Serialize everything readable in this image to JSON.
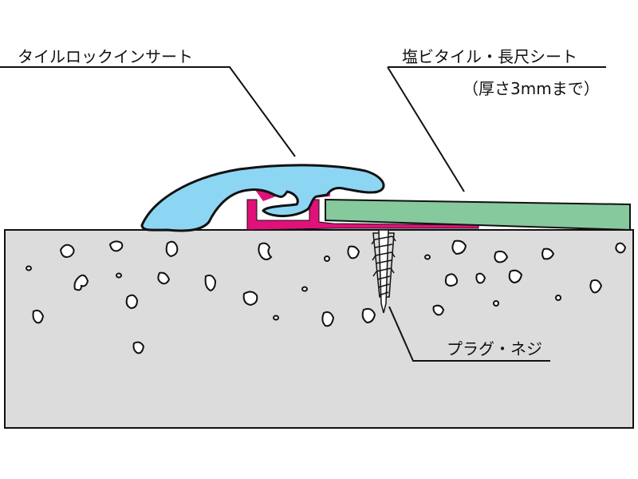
{
  "labels": {
    "insert": "タイルロックインサート",
    "tile": "塩ビタイル・長尺シート",
    "thickness": "（厚さ3mmまで）",
    "screw": "プラグ・ネジ"
  },
  "colors": {
    "insert_fill": "#8dd6f3",
    "base_profile": "#e0117a",
    "tile_fill": "#86c99c",
    "concrete_fill": "#dcdcdc",
    "outline": "#111111"
  },
  "icons": {
    "screw": "plug-screw-icon",
    "aggregate": "stone-icon"
  }
}
